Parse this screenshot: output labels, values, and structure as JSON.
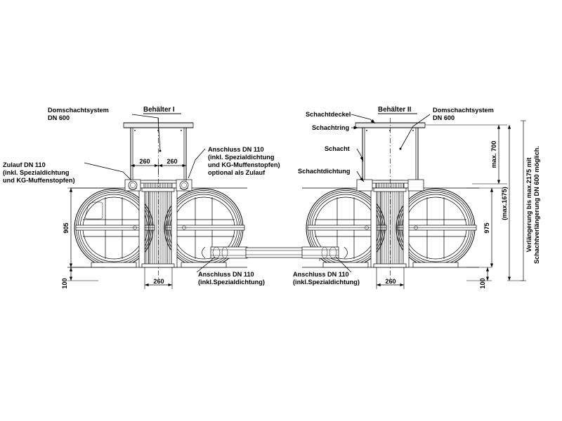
{
  "drawing": {
    "type": "technical-sectional-drawing",
    "subject": "Zwei Behälter mit Domschachtsystem DN 600",
    "background_color": "#ffffff",
    "line_color": "#000000"
  },
  "titles": {
    "tank_1": "Behälter I",
    "tank_2": "Behälter II"
  },
  "labels": {
    "dome_shaft_left_line1": "Domschachtsystem",
    "dome_shaft_left_line2": "DN 600",
    "dome_shaft_right_line1": "Domschachtsystem",
    "dome_shaft_right_line2": "DN 600",
    "inlet_line1": "Zulauf DN 110",
    "inlet_line2": "(inkl. Spezialdichtung",
    "inlet_line3": "und KG-Muffenstopfen)",
    "connection_top_line1": "Anschluss DN 110",
    "connection_top_line2": "(inkl. Spezialdichtung",
    "connection_top_line3": "und KG-Muffenstopfen)",
    "connection_top_line4": "optional als Zulauf",
    "shaft_cover": "Schachtdeckel",
    "shaft_ring": "Schachtring",
    "shaft": "Schacht",
    "shaft_seal": "Schachtdichtung",
    "connection_bottom_left_line1": "Anschluss DN 110",
    "connection_bottom_left_line2": "(inkl.Spezialdichtung)",
    "connection_bottom_right_line1": "Anschluss DN 110",
    "connection_bottom_right_line2": "(inkl.Spezialdichtung)"
  },
  "dimensions": {
    "top_left_a": "260",
    "top_left_b": "260",
    "left_height": "905",
    "left_bottom": "100",
    "bottom_left": "260",
    "bottom_right": "260",
    "right_bottom": "100",
    "right_height": "975",
    "right_max_top": "max. 700",
    "right_max_total": "(max.1675)",
    "note_line1": "Verlängerung bis max.2175 mit",
    "note_line2": "Schachtverlängerung DN 600 möglich."
  }
}
